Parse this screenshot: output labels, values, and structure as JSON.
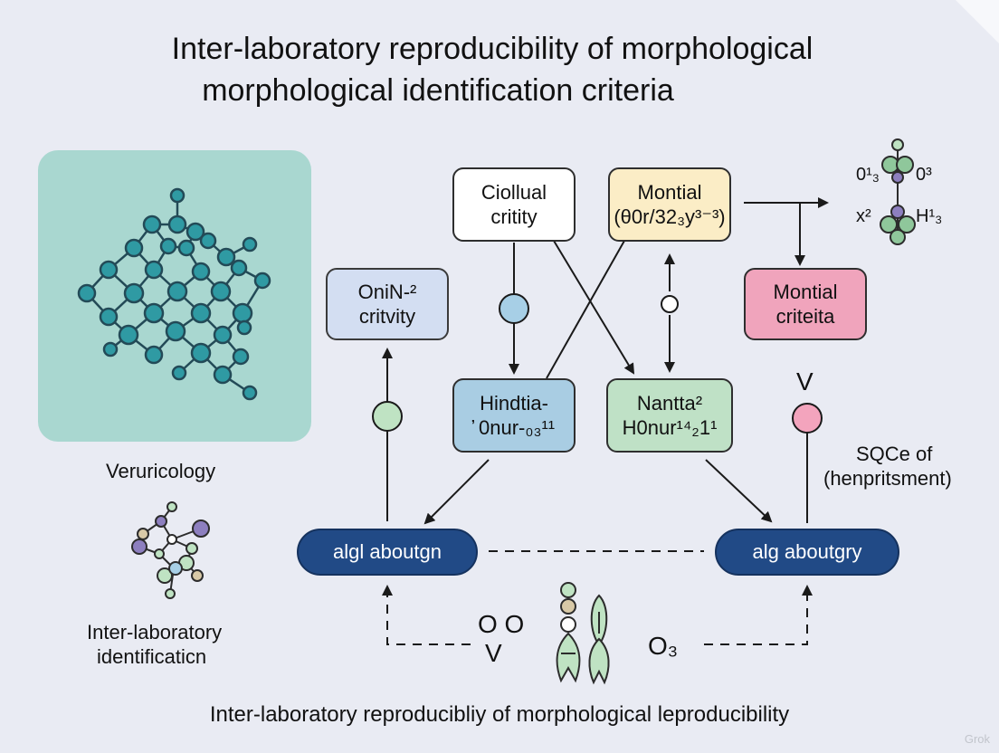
{
  "title": {
    "line1": "Inter-laboratory reproducibility of morphological",
    "line2": "morphological identification criteria"
  },
  "panel": {
    "caption": "Veruricology"
  },
  "cluster_small": {
    "caption_line1": "Inter-laboratory",
    "caption_line2": "identificaticn"
  },
  "boxes": {
    "ciollual": {
      "line1": "Ciollual",
      "line2": "critity",
      "color": "#ffffff"
    },
    "montial_top": {
      "line1": "Montial",
      "line2": "(θ0r/32₃y³⁻³)",
      "color": "#fbedc6"
    },
    "onin": {
      "line1": "OniN-²",
      "line2": "critvity",
      "color": "#d3def2"
    },
    "montial_right": {
      "line1": "Montial",
      "line2": "criteita",
      "color": "#f0a4bc"
    },
    "hindtia": {
      "line1": "Hindtia-",
      "line2": "҆ 0nur-₀₃¹¹",
      "color": "#a9cde3"
    },
    "nantta": {
      "line1": "Nantta²",
      "line2": "H0nur¹⁴₂1¹",
      "color": "#bfe1c6"
    }
  },
  "pills": {
    "left": "algl aboutgn",
    "right": "alg aboutgry"
  },
  "molecule_labels": {
    "top_left": "0¹₃",
    "top_right": "0³",
    "bottom_left": "x²",
    "bottom_right": "H¹₃"
  },
  "labels": {
    "v_right": "V",
    "sqce_line1": "SQCe of",
    "sqce_line2": "(henpritsment)",
    "oo": "O O",
    "v_bottom": "V",
    "o3": "O₃"
  },
  "footer": "Inter-laboratory reproducibliy of morphological leproducibility",
  "watermark": "Grok",
  "colors": {
    "background": "#e9ebf3",
    "panel": "#a9d7d0",
    "pill": "#214a86",
    "node_teal": "#2f9aa3",
    "circle_blue": "#a7cfe6",
    "circle_green": "#bfe3c3",
    "circle_pink": "#f3a4bd"
  }
}
